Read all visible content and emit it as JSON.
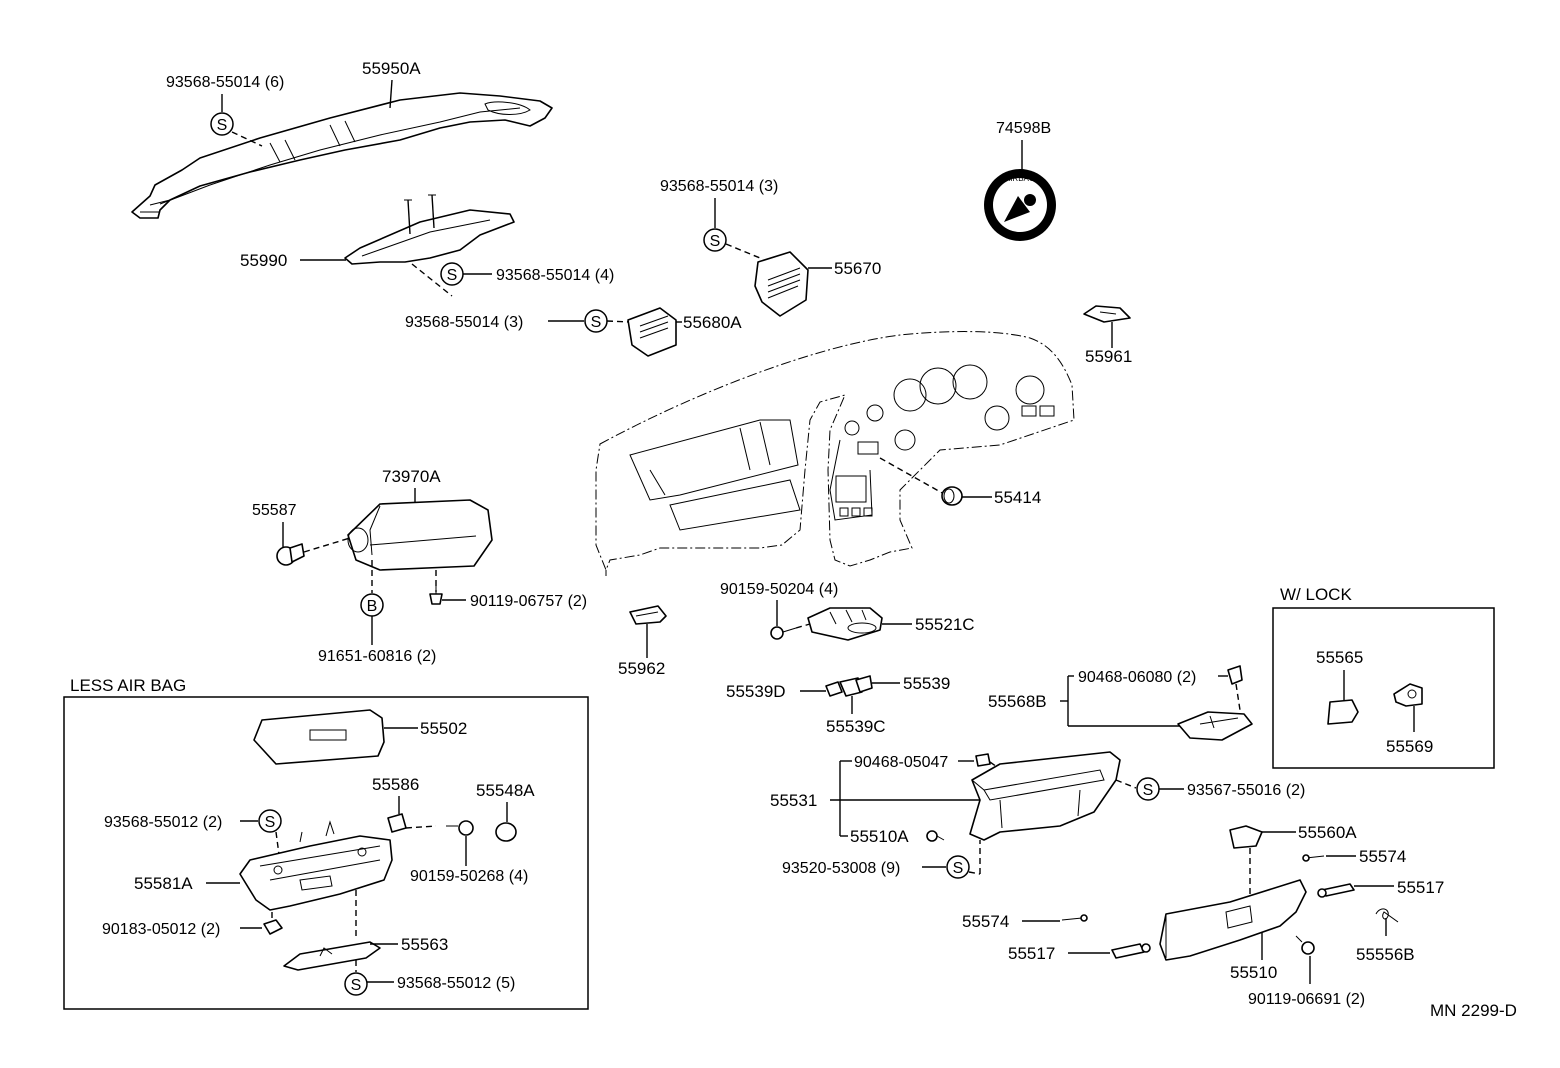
{
  "labels": {
    "p55950A": "55950A",
    "p93568_55014_6": "93568-55014 (6)",
    "p74598B": "74598B",
    "p93568_55014_3a": "93568-55014 (3)",
    "p55990": "55990",
    "p93568_55014_4": "93568-55014 (4)",
    "p55670": "55670",
    "p93568_55014_3b": "93568-55014 (3)",
    "p55680A": "55680A",
    "p55961": "55961",
    "p73970A": "73970A",
    "p55587": "55587",
    "p55414": "55414",
    "p90119_06757": "90119-06757 (2)",
    "p91651_60816": "91651-60816 (2)",
    "p90159_50204": "90159-50204 (4)",
    "p55521C": "55521C",
    "p55962": "55962",
    "p55539D": "55539D",
    "p55539": "55539",
    "p55539C": "55539C",
    "p90468_06080": "90468-06080 (2)",
    "p55568B": "55568B",
    "p55565": "55565",
    "p55569": "55569",
    "p90468_05047": "90468-05047",
    "p55531": "55531",
    "p93567_55016": "93567-55016 (2)",
    "p55510A": "55510A",
    "p93520_53008": "93520-53008 (9)",
    "p55560A": "55560A",
    "p55574a": "55574",
    "p55517a": "55517",
    "p55574b": "55574",
    "p55517b": "55517",
    "p55556B": "55556B",
    "p55510": "55510",
    "p90119_06691": "90119-06691 (2)",
    "p55502": "55502",
    "p55586": "55586",
    "p55548A": "55548A",
    "p93568_55012_2": "93568-55012 (2)",
    "p90159_50268": "90159-50268 (4)",
    "p55581A": "55581A",
    "p90183_05012": "90183-05012 (2)",
    "p55563": "55563",
    "p93568_55012_5": "93568-55012 (5)"
  },
  "sections": {
    "less_air_bag": "LESS AIR BAG",
    "w_lock": "W/ LOCK"
  },
  "symbols": {
    "screw": "S",
    "bolt": "B"
  },
  "sticker_text": "AIRBAG",
  "drawing_code": "MN  2299-D"
}
